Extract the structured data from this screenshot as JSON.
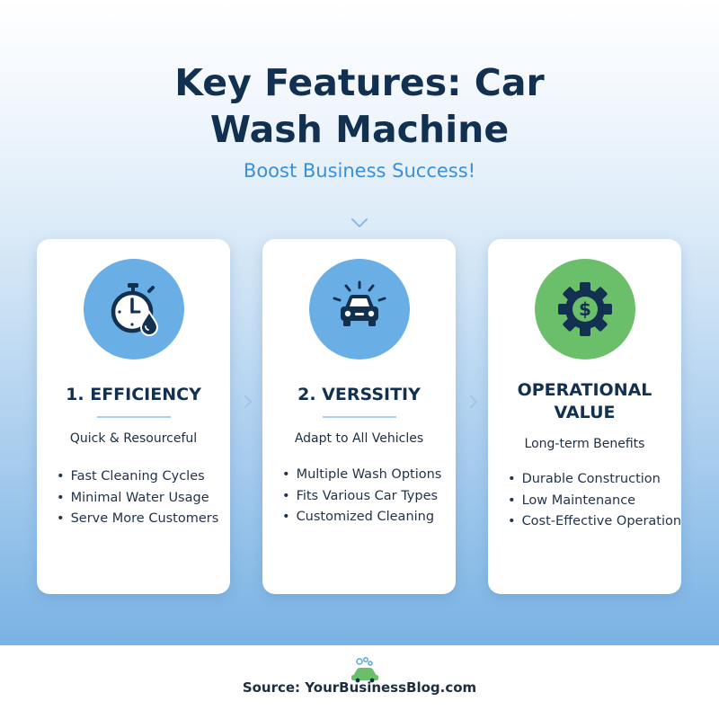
{
  "header": {
    "title": "Key Features: Car Wash Machine",
    "subtitle": "Boost Business Success!"
  },
  "cards": [
    {
      "title": "1. EFFICIENCY",
      "subtitle": "Quick & Resourceful",
      "icon": "stopwatch-water-drop-icon",
      "items": [
        "Fast Cleaning Cycles",
        "Minimal Water Usage",
        "Serve More Customers"
      ]
    },
    {
      "title": "2. VERSSITIY",
      "subtitle": "Adapt to All Vehicles",
      "icon": "car-icon",
      "items": [
        "Multiple Wash Options",
        "Fits Various Car Types",
        "Customized Cleaning"
      ]
    },
    {
      "title": "OPERATIONAL VALUE",
      "subtitle": "Long-term Benefits",
      "icon": "gear-dollar-icon",
      "items": [
        "Durable Construction",
        "Low Maintenance",
        "Cost-Effective Operation"
      ]
    }
  ],
  "footer": {
    "source": "Source: YourBusinessBlog.com",
    "logo_icon": "car-wash-logo-icon"
  },
  "colors": {
    "title": "#12304f",
    "accent_blue": "#3d8fd6",
    "icon_circle_blue": "#6aaee6",
    "icon_circle_green": "#6cbf6a"
  }
}
